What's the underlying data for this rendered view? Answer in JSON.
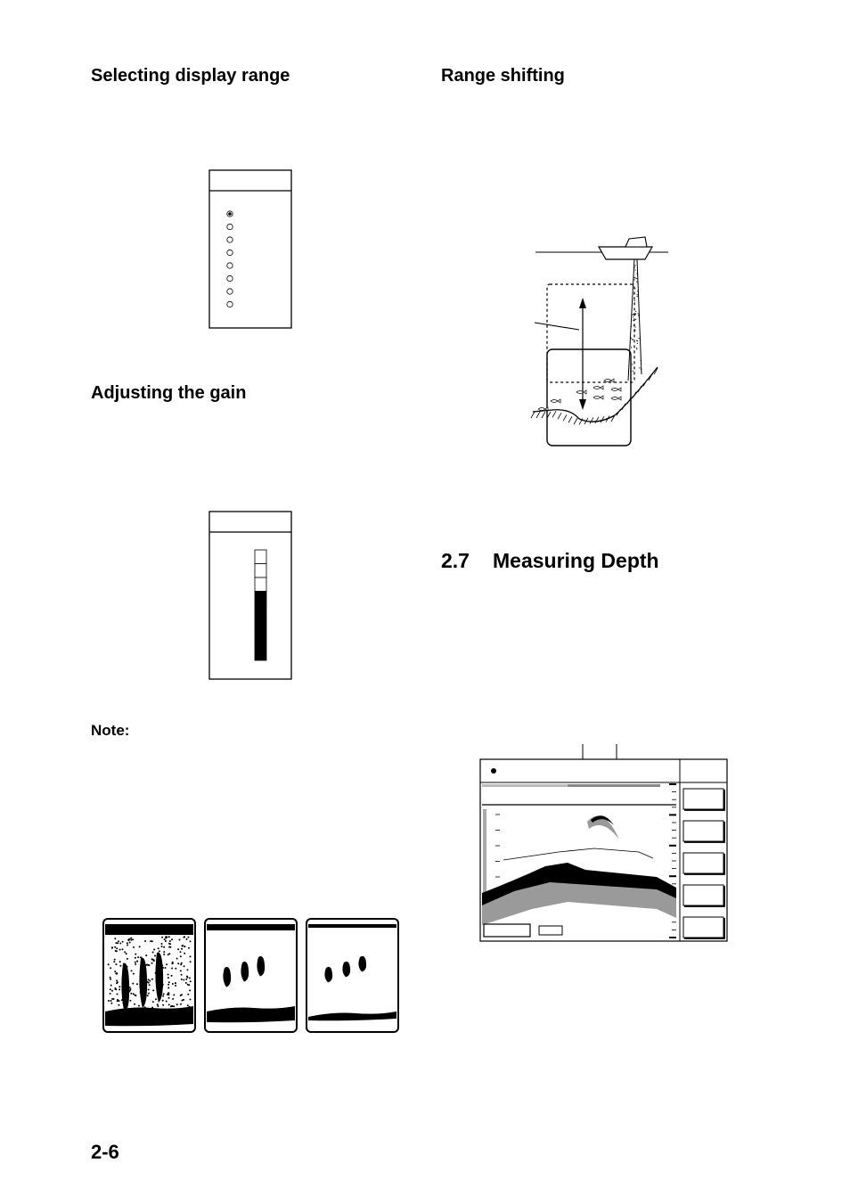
{
  "headings": {
    "display_range": "Selecting display range",
    "range_shifting": "Range shifting",
    "gain": "Adjusting the gain",
    "measuring_depth_number": "2.7",
    "measuring_depth_title": "Measuring Depth"
  },
  "note_label": "Note:",
  "page_number": "2-6",
  "range_menu": {
    "option_count": 8,
    "selected_index": 0
  },
  "gain_bar": {
    "segments_total": 8,
    "segments_filled": 5
  },
  "gain_examples": {
    "count": 3,
    "levels": [
      "high",
      "proper",
      "low"
    ]
  },
  "depth_display": {
    "softkey_count": 5
  }
}
